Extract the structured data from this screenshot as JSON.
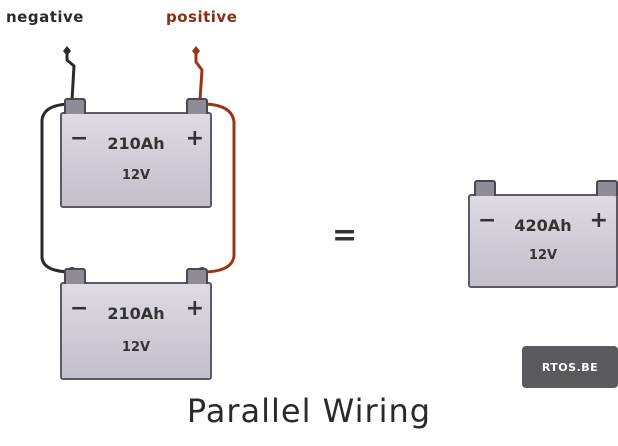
{
  "labels": {
    "negative": "negative",
    "positive": "positive"
  },
  "batteries": [
    {
      "minus": "−",
      "plus": "+",
      "capacity": "210Ah",
      "voltage": "12V"
    },
    {
      "minus": "−",
      "plus": "+",
      "capacity": "210Ah",
      "voltage": "12V"
    },
    {
      "minus": "−",
      "plus": "+",
      "capacity": "420Ah",
      "voltage": "12V"
    }
  ],
  "equals": "=",
  "watermark": "RTOS.BE",
  "title": "Parallel Wiring",
  "colors": {
    "negative_wire": "#2b2b2b",
    "positive_wire": "#9a3514",
    "battery_fill": "#cfcbd6",
    "background": "#ffffff"
  }
}
